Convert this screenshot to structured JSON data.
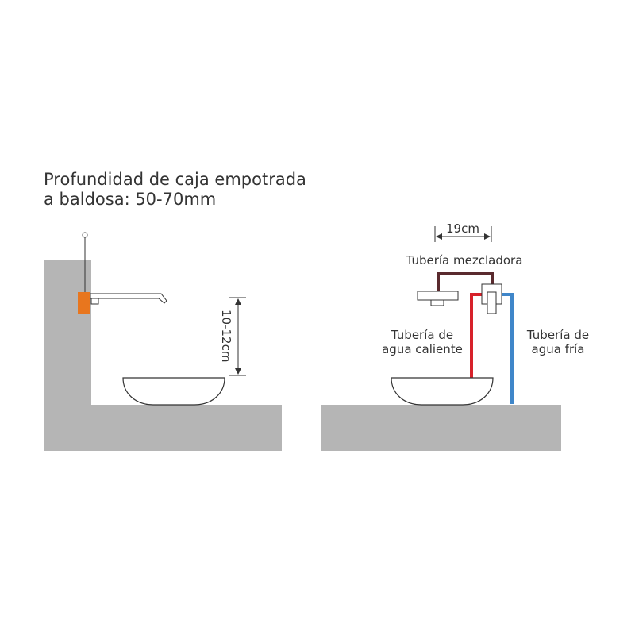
{
  "title": {
    "line1": "Profundidad de caja empotrada",
    "line2": "a baldosa: 50-70mm"
  },
  "left_diagram": {
    "height_dimension": "10-12cm"
  },
  "right_diagram": {
    "spacing_dimension": "19cm",
    "mixer_pipe_label": "Tubería mezcladora",
    "hot_pipe_label": {
      "line1": "Tubería de",
      "line2": "agua caliente"
    },
    "cold_pipe_label": {
      "line1": "Tubería de",
      "line2": "agua fría"
    }
  },
  "colors": {
    "wall": "#b5b5b5",
    "box": "#e8761e",
    "hot": "#d7212a",
    "cold": "#3f86c9",
    "mixer": "#5a2a2e"
  }
}
